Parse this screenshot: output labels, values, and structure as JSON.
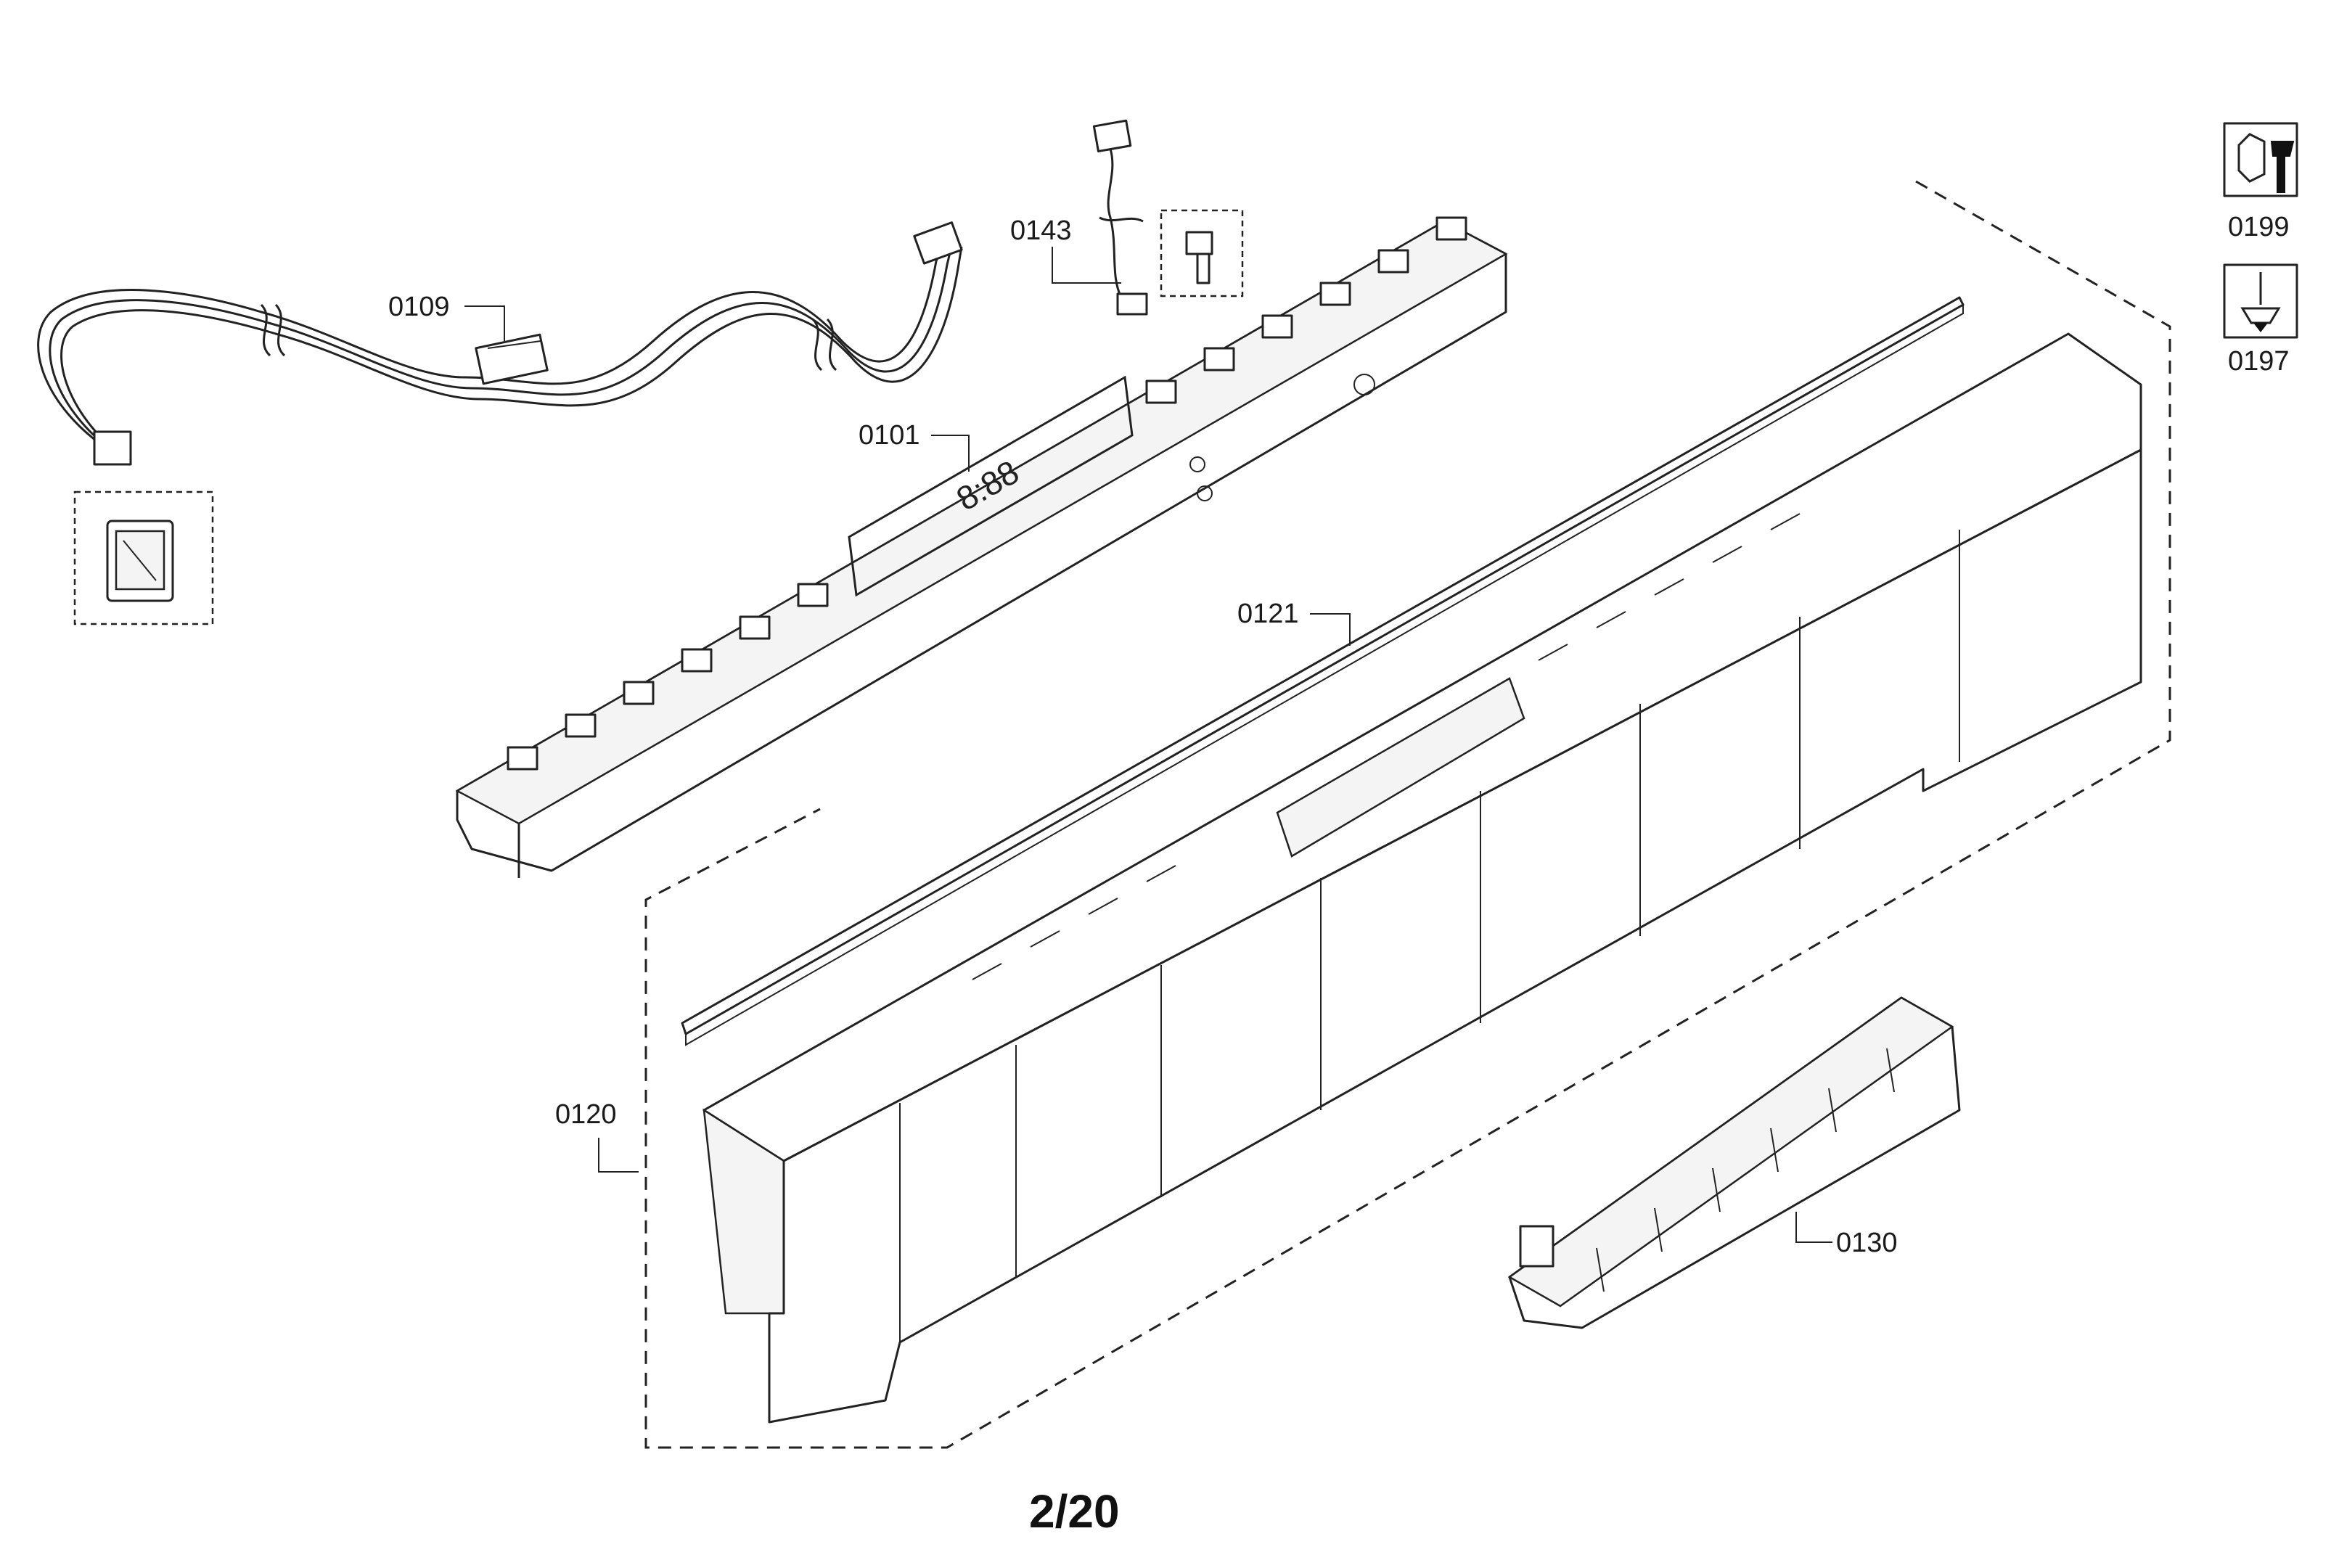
{
  "parts": {
    "p0101": "0101",
    "p0109": "0109",
    "p0120": "0120",
    "p0121": "0121",
    "p0130": "0130",
    "p0143": "0143",
    "p0197": "0197",
    "p0199": "0199"
  },
  "page_label": "2/20",
  "icons": {
    "tool_0199": "wrench-icon",
    "tool_0197": "screwdriver-icon"
  },
  "colors": {
    "line": "#222222",
    "background": "#ffffff"
  }
}
